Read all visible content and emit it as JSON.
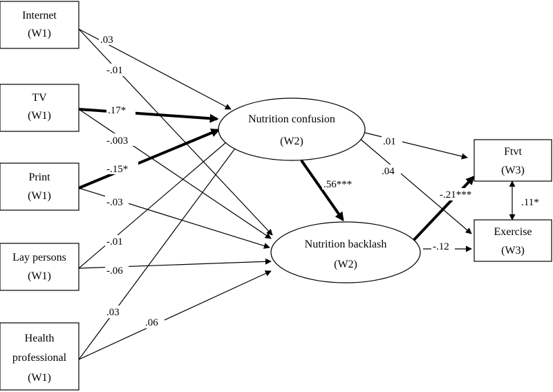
{
  "nodes": {
    "internet": {
      "line1": "Internet",
      "line2": "(W1)"
    },
    "tv": {
      "line1": "TV",
      "line2": "(W1)"
    },
    "print": {
      "line1": "Print",
      "line2": "(W1)"
    },
    "lay_persons": {
      "line1": "Lay persons",
      "line2": "(W1)"
    },
    "health_professional": {
      "line1": "Health",
      "line2": "professional",
      "line3": "(W1)"
    },
    "nutrition_confusion": {
      "line1": "Nutrition confusion",
      "line2": "(W2)"
    },
    "nutrition_backlash": {
      "line1": "Nutrition backlash",
      "line2": "(W2)"
    },
    "ftvt": {
      "line1": "Ftvt",
      "line2": "(W3)"
    },
    "exercise": {
      "line1": "Exercise",
      "line2": "(W3)"
    }
  },
  "paths": {
    "internet_confusion": ".03",
    "internet_backlash": "-.01",
    "tv_confusion": ".17*",
    "tv_backlash": "-.003",
    "print_confusion": "-.15*",
    "print_backlash": "-.03",
    "lay_confusion": "-.01",
    "lay_backlash": "-.06",
    "health_confusion": ".03",
    "health_backlash": ".06",
    "confusion_backlash": ".56***",
    "confusion_ftvt": ".01",
    "confusion_exercise": ".04",
    "backlash_ftvt": "-.21***",
    "backlash_exercise": "-.12",
    "ftvt_exercise": ".11*"
  }
}
